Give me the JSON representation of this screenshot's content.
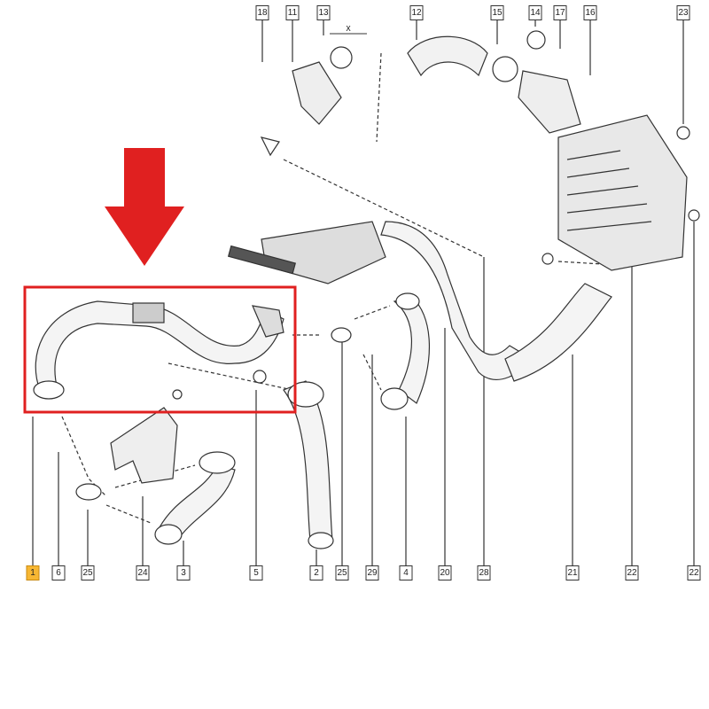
{
  "diagram": {
    "top_labels": [
      "18",
      "11",
      "13",
      "12",
      "15",
      "14",
      "17",
      "16",
      "23"
    ],
    "bottom_labels": [
      "1",
      "6",
      "25",
      "24",
      "3",
      "5",
      "2",
      "25",
      "29",
      "4",
      "20",
      "28",
      "21",
      "22",
      "22"
    ],
    "highlighted_label": "1",
    "dimension_mark": "X",
    "colors": {
      "highlight_box": "#e02020",
      "arrow": "#e02020",
      "label_highlight": "#f7b733",
      "line": "#333333"
    }
  }
}
